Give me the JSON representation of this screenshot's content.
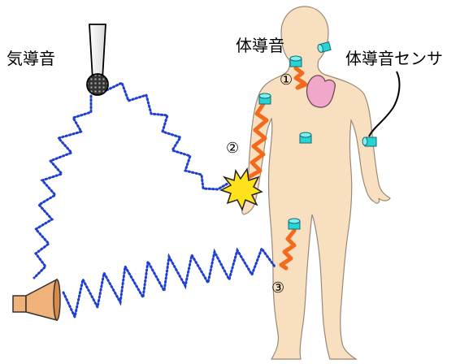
{
  "labels": {
    "air_conduction": "気導音",
    "body_conduction": "体導音",
    "body_sensor": "体導音センサ"
  },
  "markers": {
    "m1": "①",
    "m2": "②",
    "m3": "③"
  },
  "colors": {
    "skin": "#f7dfc0",
    "skin_outline": "#9a8878",
    "sensor": "#25d4d4",
    "sensor_dark": "#1a9ea4",
    "wave_air": "#1f3fd0",
    "wave_body": "#f26a1b",
    "heart": "#f0a7c8",
    "impact": "#ffe21a"
  },
  "icons": [
    "microphone-icon",
    "speaker-icon",
    "heart-icon",
    "impact-icon",
    "sensor-icon"
  ]
}
